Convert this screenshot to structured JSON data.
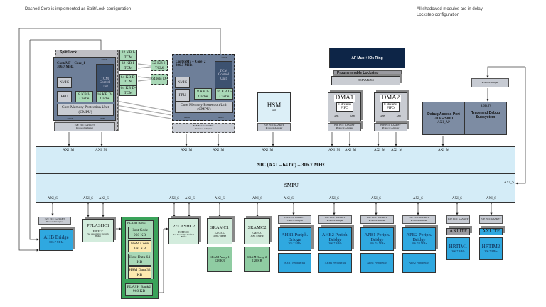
{
  "notes": {
    "left": "Dashed Core is implemented as Split/Lock configuration",
    "right": "All shadowed modules are in delay Lockstep configuration"
  },
  "core1": {
    "group": "Split/Lock",
    "title": "CorteM7 – Core_1",
    "freq": "306.7 MHz",
    "axim_top": "AXIM",
    "tcm": "TCM Control Unit",
    "nvic": "NVIC",
    "fpu": "FPU",
    "icache": "8 KB I-Cache",
    "dcache": "16 KB D-Cache",
    "cmpu": "Core Memory Protection Unit (CMPU)",
    "axim": "AXIM",
    "ahbp": "AHBP",
    "adapter1": "E2E ECC GASKET",
    "adapter2": "Protocol Adapter"
  },
  "core2": {
    "title": "CortexM7 – Core_2",
    "freq": "306.7 MHz",
    "axim_top": "AXIM",
    "tcm": "TCM Control Unit",
    "nvic": "NVIC",
    "fpu": "FPU",
    "icache": "8 KB I-Cache",
    "dcache": "16 KB D-Cache",
    "cmpu": "Core Memory Protection Unit (CMPU)",
    "axim": "AXIM",
    "ahbp": "AHBP",
    "adapter1": "E2E ECC GASKET",
    "adapter2": "Protocol Adapter"
  },
  "tcm_mem": [
    "32 KB I-TCM",
    "32 KB I-TCM",
    "64 KB D-TCM",
    "64 KB D-TCM"
  ],
  "tcm_dashed": [
    "32 KB I-TCM",
    "64 KB D-"
  ],
  "hsm": {
    "title": "HSM",
    "bus": "AXI",
    "adapter1": "E2E ECC GASKET",
    "adapter2": "Protocol Adapter"
  },
  "afmux": "AF Mux + IOs Ring",
  "lockstep": "Programmable Lockstep",
  "dmamux": "DMAMUX1",
  "dma": [
    {
      "title": "DMA1",
      "inner": "8 streams FIFO",
      "p1": "AHB",
      "p2": "AHB",
      "adapter1": "E2E ECC GASKET",
      "adapter2": "Protocol Adapter"
    },
    {
      "title": "DMA2",
      "inner": "8 streams FIFO",
      "p1": "AHB",
      "p2": "AHB",
      "adapter1": "E2E ECC GASKET",
      "adapter2": "Protocol Adapter"
    }
  ],
  "debug": {
    "dap": "Debug Access Port JTAG/SWD",
    "axi_ap": "AXI_AP",
    "apb": "APB-D",
    "trace": "Trace and Debug Subsystem",
    "adapter": "Protocol Adapter"
  },
  "nic": {
    "title": "NIC (AXI – 64 bit) – 306.7 MHz",
    "smpu": "SMPU",
    "axi_m": "AXI_M",
    "axi_s": "AXI_S"
  },
  "bottom": {
    "ahb_bridge": {
      "title": "AHB Bridge",
      "freq": "306.7 MHz",
      "adapter1": "E2E ECC GASKET",
      "adapter2": "Protocol Adapter"
    },
    "pflashc1": {
      "title": "PFLASHC1",
      "ecc": "E2EECC",
      "buf": "Set Associative Prefetch Buffer"
    },
    "flash": {
      "bank1": "FLASH Bank1",
      "host_code": "Host Code 960 KB",
      "hsm_code": "HSM Code 160 KB",
      "host_data": "Host Data 64 KB",
      "hsm_data": "HSM Data 32 KB",
      "bank2": "FLASH Bank2 960 KB"
    },
    "pflashc2": {
      "title": "PFLASHC2",
      "ecc": "E2EECC",
      "buf": "Set Associative Prefetch Buffer"
    },
    "sramc": [
      {
        "title": "SRAMC1",
        "ecc": "E2EECC",
        "freq": "306.7 MHz",
        "array": "SRAM Array 1 128 KB"
      },
      {
        "title": "SRAMC2",
        "ecc": "E2EECC",
        "freq": "306.7 MHz",
        "array": "SRAM Array 2 128 KB"
      }
    ],
    "bridges": [
      {
        "title": "AHB1 Periph. Bridge",
        "freq": "306.7 MHz",
        "periph": "AHB1 Peripherals"
      },
      {
        "title": "AHB2 Periph. Bridge",
        "freq": "306.7 MHz",
        "periph": "AHB2 Peripherals"
      },
      {
        "title": "APB1 Periph. Bridge",
        "freq": "306.7/4 MHz",
        "periph": "APB1 Peripherals"
      },
      {
        "title": "APB2 Periph. Bridge",
        "freq": "306.7/2 MHz",
        "periph": "APB2 Peripherals"
      }
    ],
    "hrtim": [
      {
        "itf": "AXI ITF",
        "title": "HRTIM1",
        "freq": "306.7 MHz",
        "gasket": "E2E ECC GASKET"
      },
      {
        "itf": "AXI ITF",
        "title": "HRTIM2",
        "freq": "306.7 MHz",
        "gasket": "E2E ECC GASKET"
      }
    ]
  },
  "colors": {
    "nic": "#d4ecf7",
    "core": "#6e7f99",
    "tcm_unit": "#3d5270",
    "green": "#a9d8b7",
    "flash": "#3aa35a",
    "blue": "#2fa8e0",
    "navy": "#0d2547"
  }
}
